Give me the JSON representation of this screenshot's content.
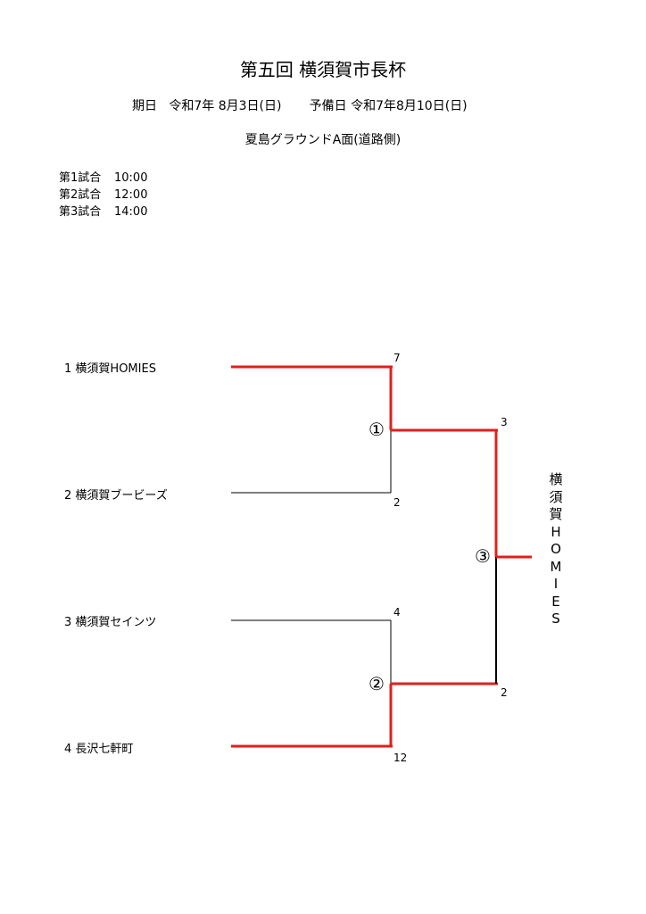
{
  "header": {
    "title": "第五回 横須賀市長杯",
    "date_label": "期日",
    "date_value": "令和7年 8月3日(日)",
    "reserve_label": "予備日",
    "reserve_value": "令和7年8月10日(日)",
    "venue": "夏島グラウンドA面(道路側)"
  },
  "schedule": [
    {
      "name": "第1試合",
      "time": "10:00"
    },
    {
      "name": "第2試合",
      "time": "12:00"
    },
    {
      "name": "第3試合",
      "time": "14:00"
    }
  ],
  "teams": [
    {
      "seed": "1",
      "name": "横須賀HOMIES"
    },
    {
      "seed": "2",
      "name": "横須賀ブービーズ"
    },
    {
      "seed": "3",
      "name": "横須賀セインツ"
    },
    {
      "seed": "4",
      "name": "長沢七軒町"
    }
  ],
  "matches": [
    {
      "label": "①",
      "top_score": "7",
      "bottom_score": "2"
    },
    {
      "label": "②",
      "top_score": "4",
      "bottom_score": "12"
    },
    {
      "label": "③",
      "top_score": "3",
      "bottom_score": "2"
    }
  ],
  "champion": {
    "chars": [
      "横",
      "須",
      "賀",
      "H",
      "O",
      "M",
      "I",
      "E",
      "S"
    ]
  },
  "colors": {
    "winner_line": "#e0201c",
    "loser_line": "#000000"
  }
}
